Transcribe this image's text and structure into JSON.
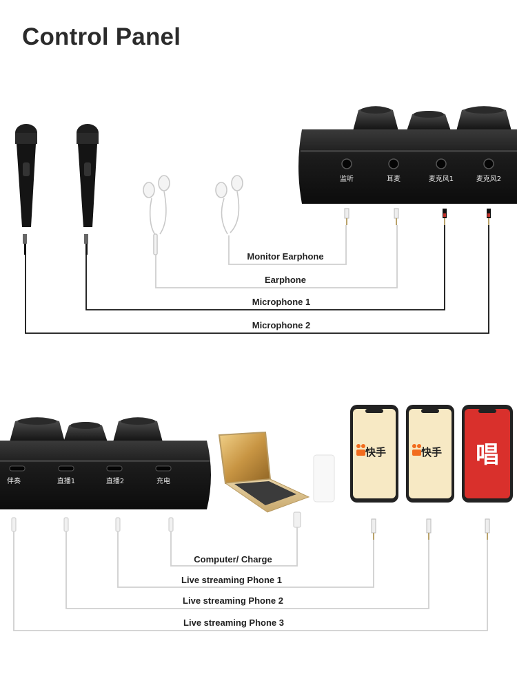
{
  "title": "Control Panel",
  "colors": {
    "background": "#ffffff",
    "device_body": "#1b1b1b",
    "cable_black": "#111111",
    "cable_white": "#cfcfcf",
    "kuaishou_logo": "#f26b1d",
    "changba_screen": "#d9302c",
    "phone_screen_light": "#f7e9c4"
  },
  "top_section": {
    "device_ports": [
      "监听",
      "耳麦",
      "麦克风1",
      "麦克风2"
    ],
    "connections": [
      {
        "label": "Monitor Earphone"
      },
      {
        "label": "Earphone"
      },
      {
        "label": "Microphone 1"
      },
      {
        "label": "Microphone 2"
      }
    ]
  },
  "bottom_section": {
    "device_ports": [
      "伴奏",
      "直播1",
      "直播2",
      "充电"
    ],
    "phones": [
      {
        "app": "快手",
        "icon": "kuaishou-icon"
      },
      {
        "app": "快手",
        "icon": "kuaishou-icon"
      },
      {
        "app": "唱",
        "icon": "changba-icon"
      }
    ],
    "connections": [
      {
        "label": "Computer/ Charge"
      },
      {
        "label": "Live streaming Phone 1"
      },
      {
        "label": "Live streaming Phone 2"
      },
      {
        "label": "Live streaming Phone 3"
      }
    ]
  }
}
